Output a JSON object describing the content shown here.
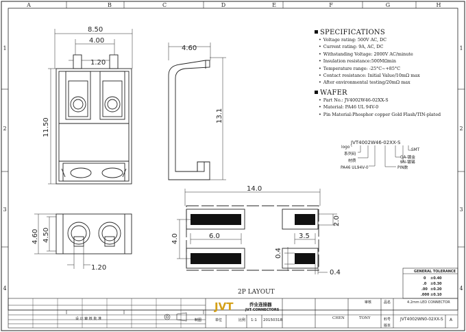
{
  "frame": {
    "col_letters": [
      "A",
      "B",
      "C",
      "D",
      "E",
      "F",
      "G",
      "H"
    ],
    "row_numbers": [
      "1",
      "2",
      "3",
      "4"
    ]
  },
  "dims": {
    "d850": "8.50",
    "d400": "4.00",
    "d120_top": "1.20",
    "d460_top": "4.60",
    "d1150": "11.50",
    "d131": "13.1",
    "d460_side": "4.60",
    "d450": "4.50",
    "d120_bottom": "1.20",
    "d140": "14.0",
    "d20": "2.0",
    "d40": "4.0",
    "d60": "6.0",
    "d35": "3.5",
    "d04a": "0.4",
    "d04b": "0.4"
  },
  "layout_label": "2P LAYOUT",
  "specifications": {
    "title": "SPECIFICATIONS",
    "items": [
      "Voltage rating: 500V AC, DC",
      "Current rating: 9A, AC, DC",
      "Withstanding Voltage: 2000V AC/minute",
      "Insulation resistance:500MΩmin",
      "Temperature range: -25°C~+85°C",
      "Contact resistance: Initial Value/10mΩ max",
      "After environmental testing/20mΩ max"
    ]
  },
  "wafer": {
    "title": "WAFER",
    "items": [
      "Part No.: JV4002W46-02XX-S",
      "Material: PA46 UL 94V-0",
      "Pin Material:Phosphor copper Gold Flash/TIN-plated"
    ]
  },
  "partcode": {
    "code": "JVT4002W46-02XX-S",
    "logo": "logo",
    "series": "系列码",
    "material": "PA46 UL94V-0",
    "mat_cn": "材质",
    "smt": "SMT",
    "ga": "GA-镀金",
    "sn": "SN-镀锡",
    "pin": "PIN数"
  },
  "tolerance": {
    "title": "GENERAL TOLERANCE",
    "rows": [
      {
        "k": "0",
        "v": "±0.40"
      },
      {
        "k": ".0",
        "v": "±0.30"
      },
      {
        "k": ".00",
        "v": "±0.20"
      },
      {
        "k": ".000",
        "v": "±0.10"
      }
    ]
  },
  "titleblock": {
    "logo": "JVT",
    "cn_name": "乔业连接器",
    "en_name": "JVT CONNECTORS",
    "scale": "1:1",
    "date": "20150318",
    "drawn": "CHEN",
    "checked": "TONY",
    "desc": "4.2mm LED CONNECTOR",
    "part": "JVT4002WN0-02XX-S",
    "rev": "A",
    "hdr_unit": "单位",
    "hdr_scale": "比例",
    "hdr_draw": "制图",
    "hdr_check": "审核",
    "hdr_name": "品名",
    "hdr_no": "料号",
    "hdr_ver": "版本",
    "cn_row": "设 计  审 核  批 准"
  }
}
